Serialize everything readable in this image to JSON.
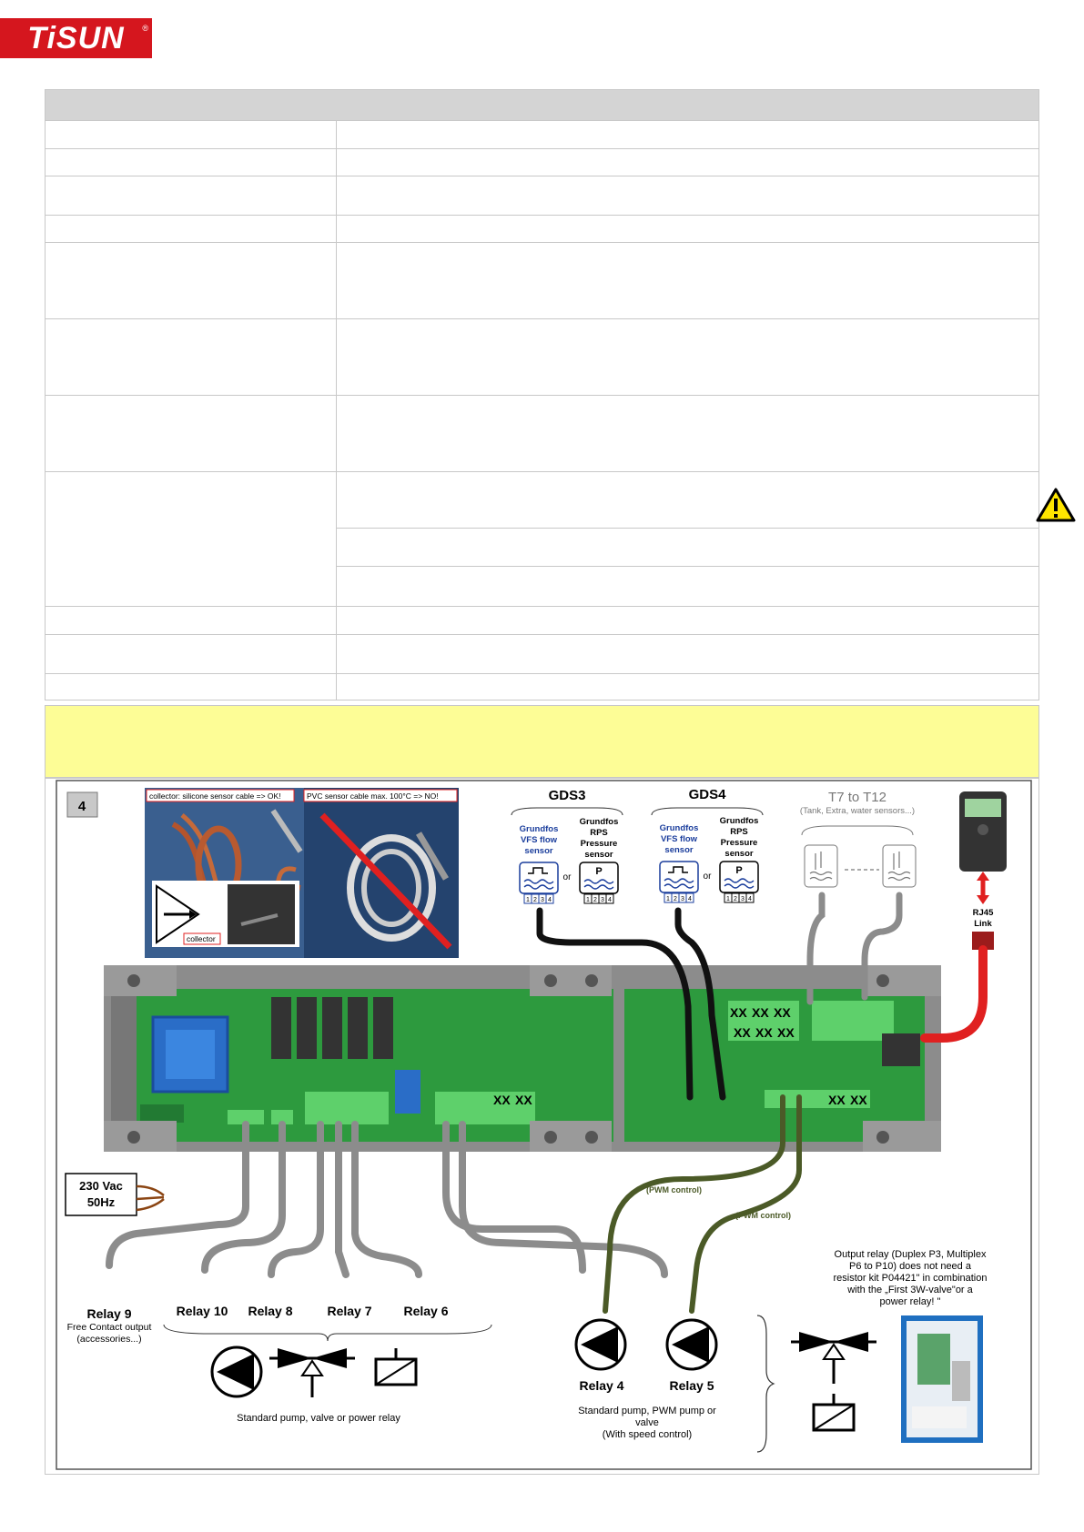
{
  "logo": {
    "text": "TiSUN",
    "mark": "®"
  },
  "diagram": {
    "figure_number": "4",
    "photo_caption_ok": "collector: silicone sensor cable => OK!",
    "photo_caption_no": "PVC sensor cable max. 100°C => NO!",
    "collector_label": "collector",
    "gds3": "GDS3",
    "gds4": "GDS4",
    "grundfos_vfs": [
      "Grundfos",
      "VFS flow",
      "sensor"
    ],
    "grundfos_rps": [
      "Grundfos",
      "RPS",
      "Pressure",
      "sensor"
    ],
    "or": "or",
    "pins": [
      "1",
      "2",
      "3",
      "4"
    ],
    "t_sensors_title": "T7 to T12",
    "t_sensors_sub": "(Tank, Extra, water sensors...)",
    "rj45": [
      "RJ45",
      "Link"
    ],
    "xx": "XX",
    "mains": [
      "230 Vac",
      "50Hz"
    ],
    "pwm": "(PWM control)",
    "relay9": "Relay 9",
    "relay9_sub": [
      "Free Contact output",
      "(accessories...)"
    ],
    "relay10": "Relay 10",
    "relay8": "Relay 8",
    "relay7": "Relay 7",
    "relay6": "Relay 6",
    "relay4": "Relay 4",
    "relay5": "Relay 5",
    "caption_left": "Standard pump, valve or power relay",
    "caption_right": [
      "Standard pump, PWM pump or",
      "valve",
      "(With speed control)"
    ],
    "note": [
      "Output relay (Duplex P3, Multiplex",
      "P6 to P10) does not need a",
      "resistor kit P04421\" in combination",
      "with the „First 3W-valve\"or a",
      "power relay! \""
    ]
  }
}
